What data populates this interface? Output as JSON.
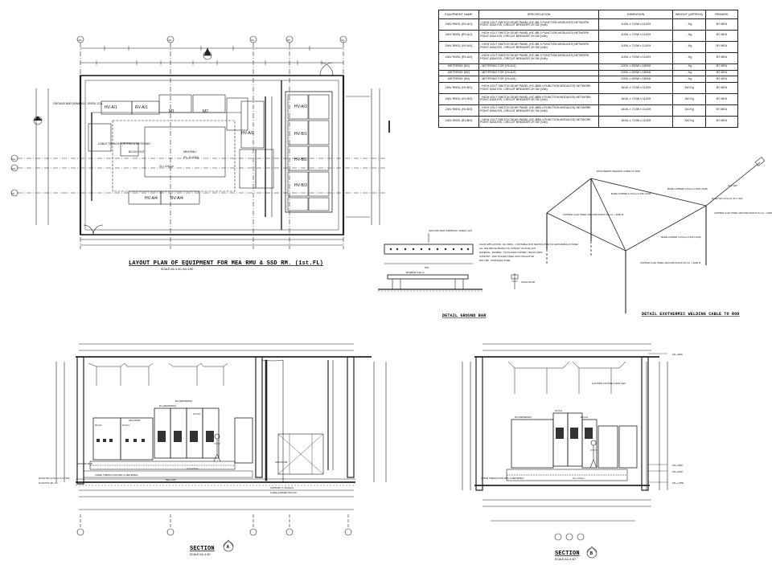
{
  "plan": {
    "title": "LAYOUT PLAN OF EQUIPMENT FOR MEA RMU & SSD RM. (1st.FL)",
    "scale": "SCALE A1=1:40, A3=1:80",
    "panels": [
      "HV-A/1",
      "RV-A/1",
      "M1",
      "M2",
      "HV-A/2",
      "HV-A/3",
      "HV-B/1",
      "HV-B/2",
      "HV-B/3",
      "HV-A/4",
      "RV-A/4"
    ],
    "notes": [
      "GROUND BAR (50MMX10, 10000L 121)",
      "CABLE TRENCH FOR RMU & METERING",
      "BLOCK OUT",
      "MEA RMU",
      "(FL. FLASH)",
      "CL=-4.5mm."
    ],
    "grid": [
      "SM",
      "SN",
      "SO",
      "SP",
      "SQ",
      "S11",
      "S10",
      "S9"
    ]
  },
  "table": {
    "headers": [
      "EQUIPMENT NAME",
      "SPECIFICATION",
      "DIMENSION",
      "WEIGHT (APPROX)",
      "REMARK"
    ],
    "rows": [
      [
        "24kV RMSL (HV-A/1)",
        "- HIGH VOLT SWITCH GEAR PANEL (HC-BB 3 FUNCTION MODULES) NETWORK POINT 630A R/S, CIRCUIT BREAKER 2H 3W (Vdb)",
        "1100L x 710W x 1142H",
        "- Kg",
        "BY MEA"
      ],
      [
        "24kV RMSL (RV-A/1)",
        "- HIGH VOLT SWITCH GEAR PANEL (HC-BB 3 FUNCTION MODULES) NETWORK POINT 630A R/S, CIRCUIT BREAKER 2H 3W (Vdb)",
        "1100L x 710W x 1142H",
        "- Kg",
        "BY MEA"
      ],
      [
        "24kV RMSL (HV-A/4)",
        "- HIGH VOLT SWITCH GEAR PANEL (HC-BB 3 FUNCTION MODULES) NETWORK POINT 630A R/S, CIRCUIT BREAKER 2H 3W (Vdb)",
        "1100L x 710W x 1142H",
        "- Kg",
        "BY MEA"
      ],
      [
        "24kV RMSL (RV-A/4)",
        "- HIGH VOLT SWITCH GEAR PANEL (HC-BB 3 FUNCTION MODULES) NETWORK POINT 630A R/S, CIRCUIT BREAKER 2H 3W (Vdb)",
        "1100L x 710W x 1142H",
        "- Kg",
        "BY MEA"
      ],
      [
        "METERING (M1)",
        "- METERING FOR (HV-A/1)",
        "1200L x 800W x 1800H",
        "- Kg",
        "BY MEA"
      ],
      [
        "METERING (M2)",
        "- METERING FOR (HV-A/2)",
        "1200L x 800W x 1800H",
        "- Kg",
        "BY MEA"
      ],
      [
        "METERING (M4)",
        "- METERING FOR (HV-A/4)",
        "1200L x 800W x 1800H",
        "- Kg",
        "BY MEA"
      ],
      [
        "24kV RMSL (HV-B/1)",
        "- HIGH VOLT SWITCH GEAR PANEL (HC-BBB 4 FUNCTION MODULES) NETWORK POINT 630A R/S, CIRCUIT BREAKER 2H 3W (Vdb)",
        "1610L x 710W x 1142H",
        "340 Kg",
        "BY MEA"
      ],
      [
        "24kV RMSL (HV-B/2)",
        "- HIGH VOLT SWITCH GEAR PANEL (HC-BBB 4 FUNCTION MODULES) NETWORK POINT 630A R/S, CIRCUIT BREAKER 2H 3W (Vdb)",
        "1610L x 710W x 1142H",
        "340 Kg",
        "BY MEA"
      ],
      [
        "24kV RMSL (HV-B/3)",
        "- HIGH VOLT SWITCH GEAR PANEL (HC-BBB 4 FUNCTION MODULES) NETWORK POINT 630A R/S, CIRCUIT BREAKER 2H 3W (Vdb)",
        "1610L x 710W x 1142H",
        "340 Kg",
        "BY MEA"
      ],
      [
        "24kV RMSL (RV-B/4)",
        "- HIGH VOLT SWITCH GEAR PANEL (HC-BBB 4 FUNCTION MODULES) NETWORK POINT 630A R/S, CIRCUIT BREAKER 2H 3W (Vdb)",
        "1610L x 710W x 1142H",
        "340 Kg",
        "BY MEA"
      ]
    ]
  },
  "ground_bar": {
    "title": "DETAIL GROUND BAR",
    "labels": [
      "GROUND BAR (50MMX10, 10000L 121)",
      "BUSBAR 5-6mm.",
      "INSULATOR",
      "625"
    ],
    "notes": [
      "FLUID APPLICATION : EG 62561 - 1  SUITABLE FOR TESTING POINT IN GROUNDING SYSTEM",
      "ALL THE ABOVE PRODUCTS CONSIST OF DUAL NUT",
      "MATERIAL : BUSBAR - TIN PLATED COPPER = BS EN 13601",
      "SUPPORT - ZINC PLATED STEEL WITH INSULATOR",
      "BOLT M8 - STAINLESS STEEL"
    ]
  },
  "welding": {
    "title": "DETAIL EXOTHERMIC WELDING CABLE TO ROD",
    "labels": [
      "EXOTHERMIC WELDING CABLE TO ROD",
      "BARE COPPER 1x70mm² (LINK LOOP)",
      "BARE COPPER 1x70mm² (LINK LOOP)",
      "COPPER CLAD STEEL GROUND ROD Ø 16 mm. x 3000 M",
      "BARE COPPER 1x70mm² (LINK LOOP)",
      "COPPER CLAD STEEL GROUND ROD Ø 16 mm. x 3000 M",
      "COPPER CLAD STEEL GROUND ROD Ø 16 mm. x 3000 M",
      "ECS1(TW) 1x70mm² IN 1\" IMC",
      "IN 1\" IMC"
    ]
  },
  "section_a": {
    "title": "SECTION",
    "mark": "A",
    "scale": "SCALE A1=1:40",
    "labels": [
      "HV-A/1",
      "RV-A/1",
      "M1 (METERING)",
      "M2 (METERING)",
      "HV-A/2",
      "24kV RMSL",
      "GROUND BAR",
      "CABLE TRENCH FOR RMU & METERING",
      "MEA RMU",
      "CL=-4.5mm.",
      "SUPPORT C-15x25x3L",
      "CABLE LADDER 500x100",
      "SSD ROOM",
      "ECS1(TW) 1x70mm² IN 1\" IMC",
      "R-100 PVC Ø1 1/2\""
    ]
  },
  "section_b": {
    "title": "SECTION",
    "mark": "B",
    "scale": "SCALE A1=1:40",
    "labels": [
      "M4 (METERING)",
      "HV-A/4",
      "RV-A/4",
      "LIGHTING FIXTURE 1x36W LED",
      "CABLE TRENCH FOR RMU & METERING",
      "CL=-4.5mm.",
      "FFL+4800",
      "FFL+1500",
      "FFL+0000",
      "FFL+(-)550"
    ]
  }
}
